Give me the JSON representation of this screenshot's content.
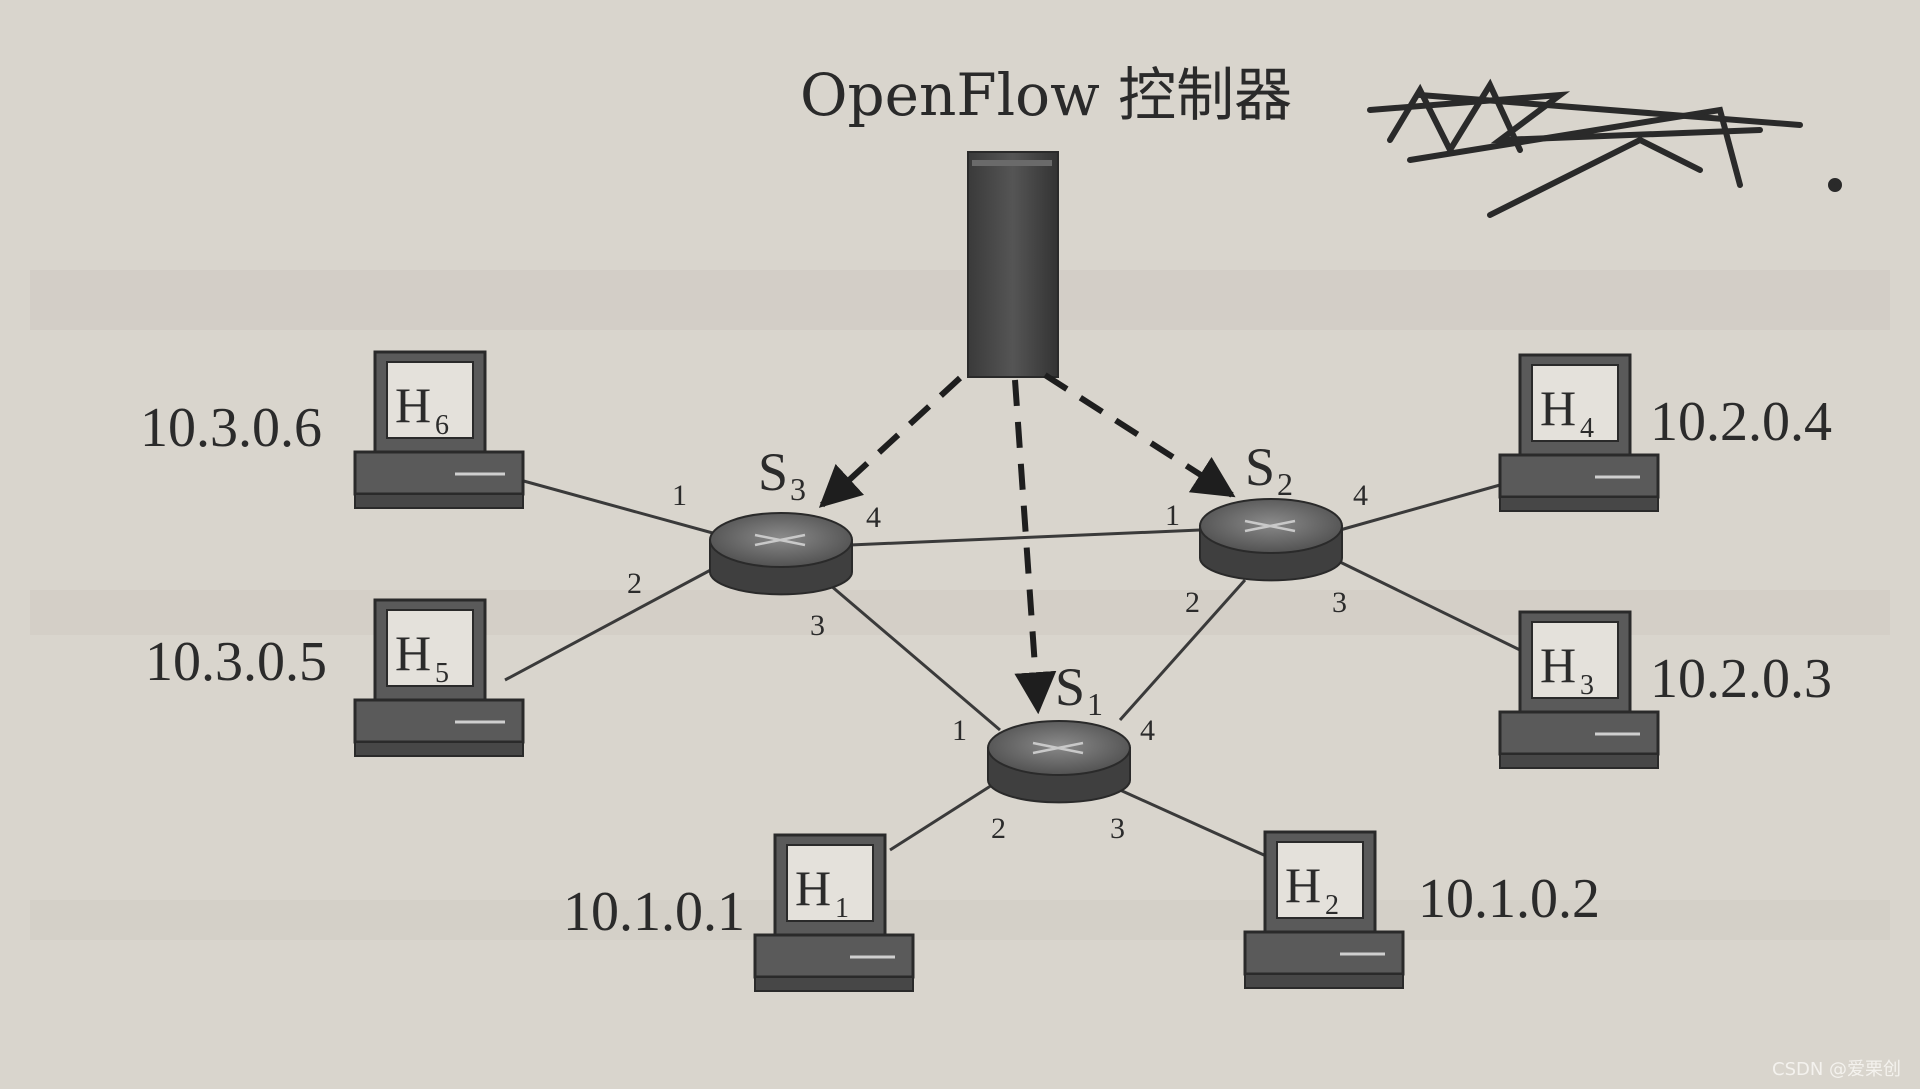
{
  "title": "OpenFlow 控制器",
  "watermark": "CSDN @爱栗创",
  "switches": [
    {
      "id": "s3",
      "letter": "S",
      "sub": "3"
    },
    {
      "id": "s2",
      "letter": "S",
      "sub": "2"
    },
    {
      "id": "s1",
      "letter": "S",
      "sub": "1"
    }
  ],
  "hosts": [
    {
      "id": "h6",
      "letter": "H",
      "sub": "6",
      "ip": "10.3.0.6"
    },
    {
      "id": "h5",
      "letter": "H",
      "sub": "5",
      "ip": "10.3.0.5"
    },
    {
      "id": "h4",
      "letter": "H",
      "sub": "4",
      "ip": "10.2.0.4"
    },
    {
      "id": "h3",
      "letter": "H",
      "sub": "3",
      "ip": "10.2.0.3"
    },
    {
      "id": "h1",
      "letter": "H",
      "sub": "1",
      "ip": "10.1.0.1"
    },
    {
      "id": "h2",
      "letter": "H",
      "sub": "2",
      "ip": "10.1.0.2"
    }
  ],
  "links": [
    {
      "from": "s3",
      "to": "h6",
      "port": "1"
    },
    {
      "from": "s3",
      "to": "h5",
      "port": "2"
    },
    {
      "from": "s3",
      "to": "s1",
      "port": "3",
      "to_port": "1"
    },
    {
      "from": "s3",
      "to": "s2",
      "port": "4",
      "to_port": "1"
    },
    {
      "from": "s2",
      "to": "s1",
      "port": "2",
      "to_port": "4"
    },
    {
      "from": "s2",
      "to": "h3",
      "port": "3"
    },
    {
      "from": "s2",
      "to": "h4",
      "port": "4"
    },
    {
      "from": "s1",
      "to": "h1",
      "port": "2"
    },
    {
      "from": "s1",
      "to": "h2",
      "port": "3"
    }
  ]
}
